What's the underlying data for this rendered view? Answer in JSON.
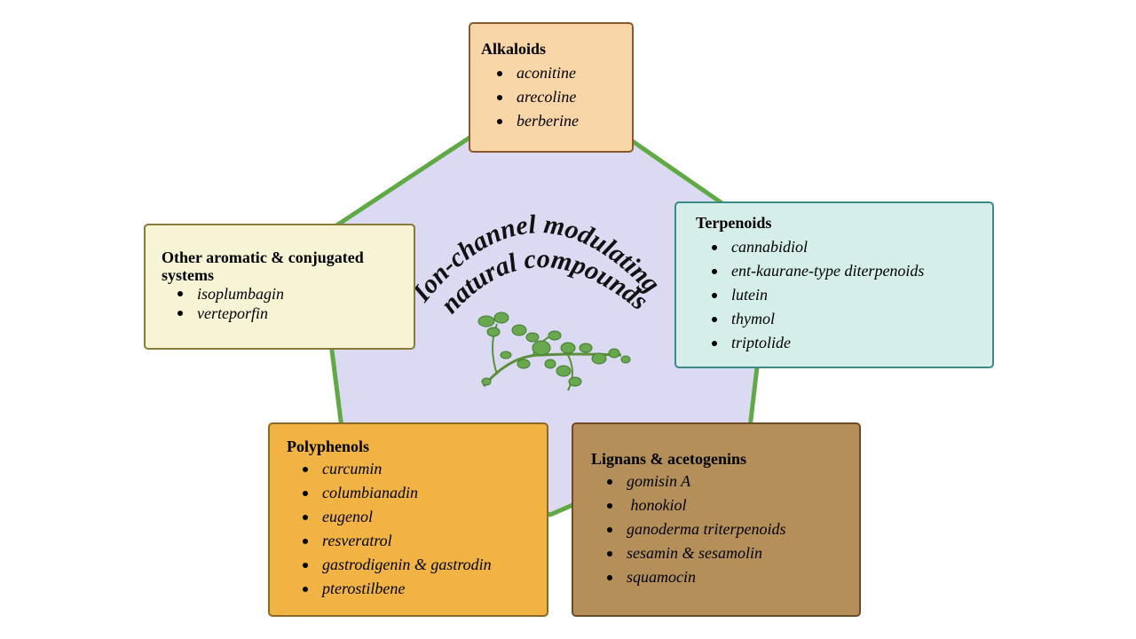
{
  "center_title": {
    "line1": "Ion-channel modulating",
    "line2": "natural compounds"
  },
  "colors": {
    "pentagon_fill": "#dcdaf2",
    "pentagon_stroke": "#5faa45",
    "plant_green": "#6aa84f"
  },
  "icons": {
    "plant": "plant-sprig-icon"
  },
  "categories": {
    "alkaloids": {
      "title": "Alkaloids",
      "items": [
        "aconitine",
        "arecoline",
        "berberine"
      ]
    },
    "terpenoids": {
      "title": "Terpenoids",
      "items": [
        "cannabidiol",
        "ent-kaurane-type diterpenoids",
        "lutein",
        "thymol",
        "triptolide"
      ]
    },
    "other": {
      "title": "Other aromatic & conjugated systems",
      "items": [
        "isoplumbagin",
        "verteporfin"
      ]
    },
    "polyphenols": {
      "title": "Polyphenols",
      "items": [
        "curcumin",
        "columbianadin",
        "eugenol",
        "resveratrol",
        "gastrodigenin & gastrodin",
        "pterostilbene"
      ]
    },
    "lignans": {
      "title": "Lignans & acetogenins",
      "items": [
        "gomisin A",
        " honokiol",
        "ganoderma triterpenoids",
        "sesamin & sesamolin",
        "squamocin"
      ]
    }
  }
}
